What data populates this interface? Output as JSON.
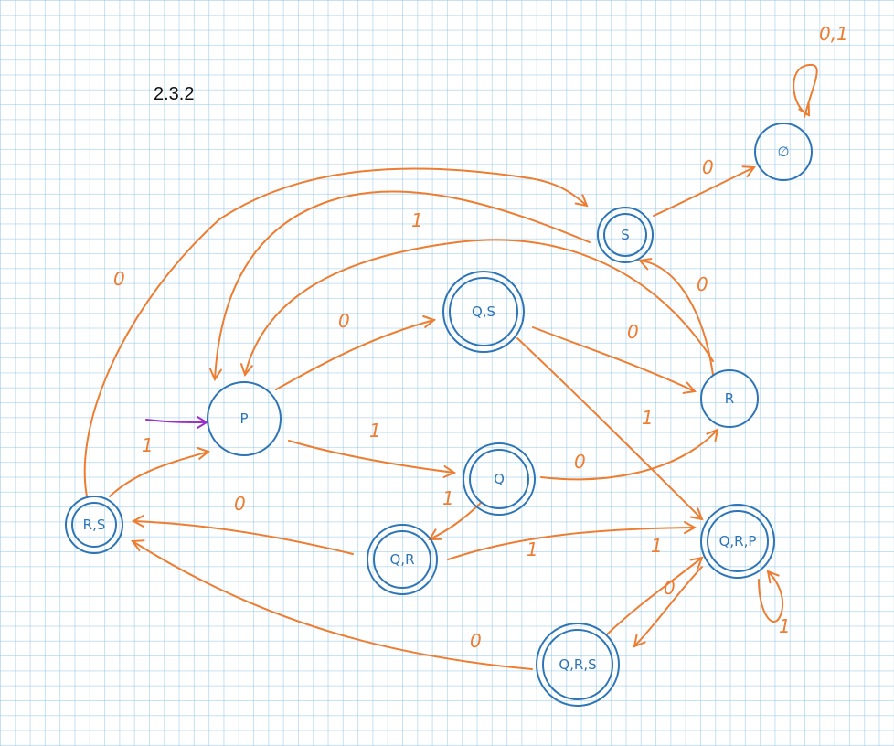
{
  "title": "2.3.2",
  "colors": {
    "edge": "#ed7d31",
    "state": "#2e75b6",
    "start": "#9b30c8",
    "grid": "#96c8e6"
  },
  "states": [
    {
      "id": "P",
      "label": "P",
      "final": false,
      "start": true
    },
    {
      "id": "S",
      "label": "S",
      "final": true
    },
    {
      "id": "EMPTY",
      "label": "∅",
      "final": false
    },
    {
      "id": "QS",
      "label": "Q,S",
      "final": true
    },
    {
      "id": "R",
      "label": "R",
      "final": false
    },
    {
      "id": "Q",
      "label": "Q",
      "final": true
    },
    {
      "id": "RS",
      "label": "R,S",
      "final": true
    },
    {
      "id": "QR",
      "label": "Q,R",
      "final": true
    },
    {
      "id": "QRP",
      "label": "Q,R,P",
      "final": true
    },
    {
      "id": "QRS",
      "label": "Q,R,S",
      "final": true
    }
  ],
  "edges": [
    {
      "from": "P",
      "to": "QS",
      "label": "0"
    },
    {
      "from": "P",
      "to": "Q",
      "label": "1"
    },
    {
      "from": "QS",
      "to": "R",
      "label": "0"
    },
    {
      "from": "QS",
      "to": "QRP",
      "label": "1"
    },
    {
      "from": "Q",
      "to": "R",
      "label": "0"
    },
    {
      "from": "Q",
      "to": "QR",
      "label": "1"
    },
    {
      "from": "R",
      "to": "S",
      "label": "0"
    },
    {
      "from": "R",
      "to": "P",
      "label": ""
    },
    {
      "from": "S",
      "to": "EMPTY",
      "label": "0"
    },
    {
      "from": "S",
      "to": "P",
      "label": "1"
    },
    {
      "from": "EMPTY",
      "to": "EMPTY",
      "label": "0,1"
    },
    {
      "from": "RS",
      "to": "S",
      "label": "0"
    },
    {
      "from": "RS",
      "to": "P",
      "label": "1"
    },
    {
      "from": "QR",
      "to": "RS",
      "label": "0"
    },
    {
      "from": "QR",
      "to": "QRP",
      "label": "1"
    },
    {
      "from": "QRP",
      "to": "QRS",
      "label": "0"
    },
    {
      "from": "QRS",
      "to": "QRP",
      "label": "1"
    },
    {
      "from": "QRS",
      "to": "RS",
      "label": "0"
    },
    {
      "from": "QRP",
      "to": "QRP",
      "label": "1"
    }
  ]
}
